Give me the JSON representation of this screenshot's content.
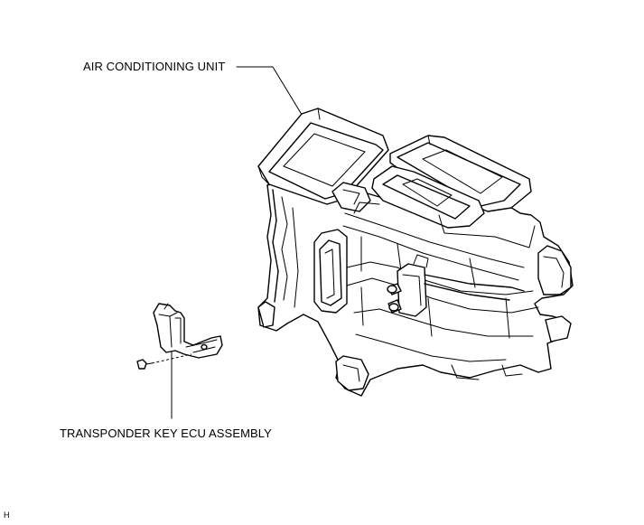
{
  "labels": {
    "air_conditioning_unit": "AIR CONDITIONING UNIT",
    "transponder_key_ecu_assembly": "TRANSPONDER KEY ECU ASSEMBLY",
    "figure_code": "H"
  },
  "colors": {
    "line": "#000000",
    "background": "#ffffff"
  }
}
